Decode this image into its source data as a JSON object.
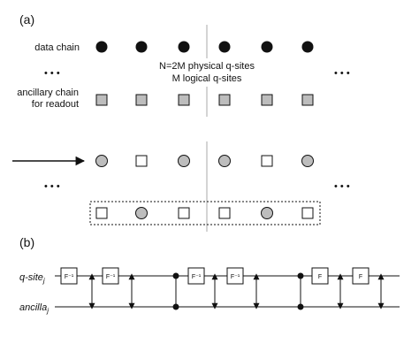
{
  "panel_a": {
    "label": "(a)",
    "data_chain_label": "data chain",
    "ancilla_label_line1": "ancillary chain",
    "ancilla_label_line2": "for readout",
    "center_text_line1": "N=2M physical q-sites",
    "center_text_line2": "M logical q-sites",
    "ellipsis": "• • •",
    "upper_ancilla_states": [
      "gray-square",
      "gray-square",
      "gray-square",
      "gray-square",
      "gray-square",
      "gray-square"
    ],
    "lower_data_states": [
      "gray-circle",
      "white-square",
      "gray-circle",
      "gray-circle",
      "white-square",
      "gray-circle"
    ],
    "lower_ancilla_states": [
      "white-square",
      "gray-circle",
      "white-square",
      "white-square",
      "gray-circle",
      "white-square"
    ]
  },
  "panel_b": {
    "label": "(b)",
    "qsite_label": "q-site",
    "qsite_sub": "j",
    "ancilla_label": "ancilla",
    "ancilla_sub": "j",
    "gate_label": "F⁻¹",
    "gate_label_plain": "F",
    "sequence": [
      "gate-inv",
      "arrow",
      "gate-inv",
      "arrow",
      "dot",
      "gate-inv",
      "arrow",
      "gate-inv",
      "arrow",
      "dot",
      "gate",
      "arrow",
      "gate",
      "arrow"
    ]
  },
  "colors": {
    "black": "#111111",
    "gray_fill": "#bdbdbd",
    "divider": "#aaaaaa"
  }
}
